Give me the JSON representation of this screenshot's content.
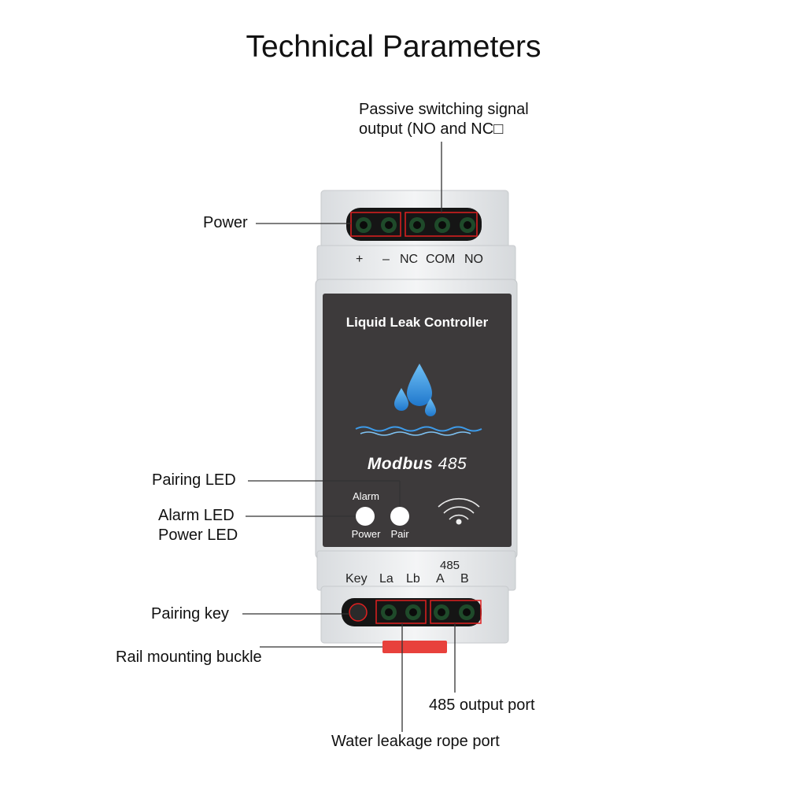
{
  "title": "Technical Parameters",
  "callouts": {
    "switch_output_line1": "Passive switching signal",
    "switch_output_line2": "output (NO and NC□",
    "power": "Power",
    "pairing_led": "Pairing LED",
    "alarm_led": "Alarm LED",
    "power_led": "Power LED",
    "pairing_key": "Pairing key",
    "rail_buckle": "Rail mounting buckle",
    "output_485": "485 output port",
    "leak_rope_port": "Water leakage rope port"
  },
  "device": {
    "panel_title": "Liquid Leak Controller",
    "brand": "Modbus",
    "brand_num": "485",
    "led_alarm": "Alarm",
    "led_power": "Power",
    "led_pair": "Pair",
    "top_terminals": [
      "+",
      "–",
      "NC",
      "COM",
      "NO"
    ],
    "bottom_terminals": [
      "Key",
      "La",
      "Lb",
      "A",
      "B"
    ],
    "bottom_group_label": "485"
  },
  "colors": {
    "panel": "#3d3a3b",
    "housing": "#eef0f2",
    "terminal": "#1f4a2a",
    "highlight": "#e02020",
    "rail_clip": "#e8413c",
    "water": "#2f8fe0"
  }
}
